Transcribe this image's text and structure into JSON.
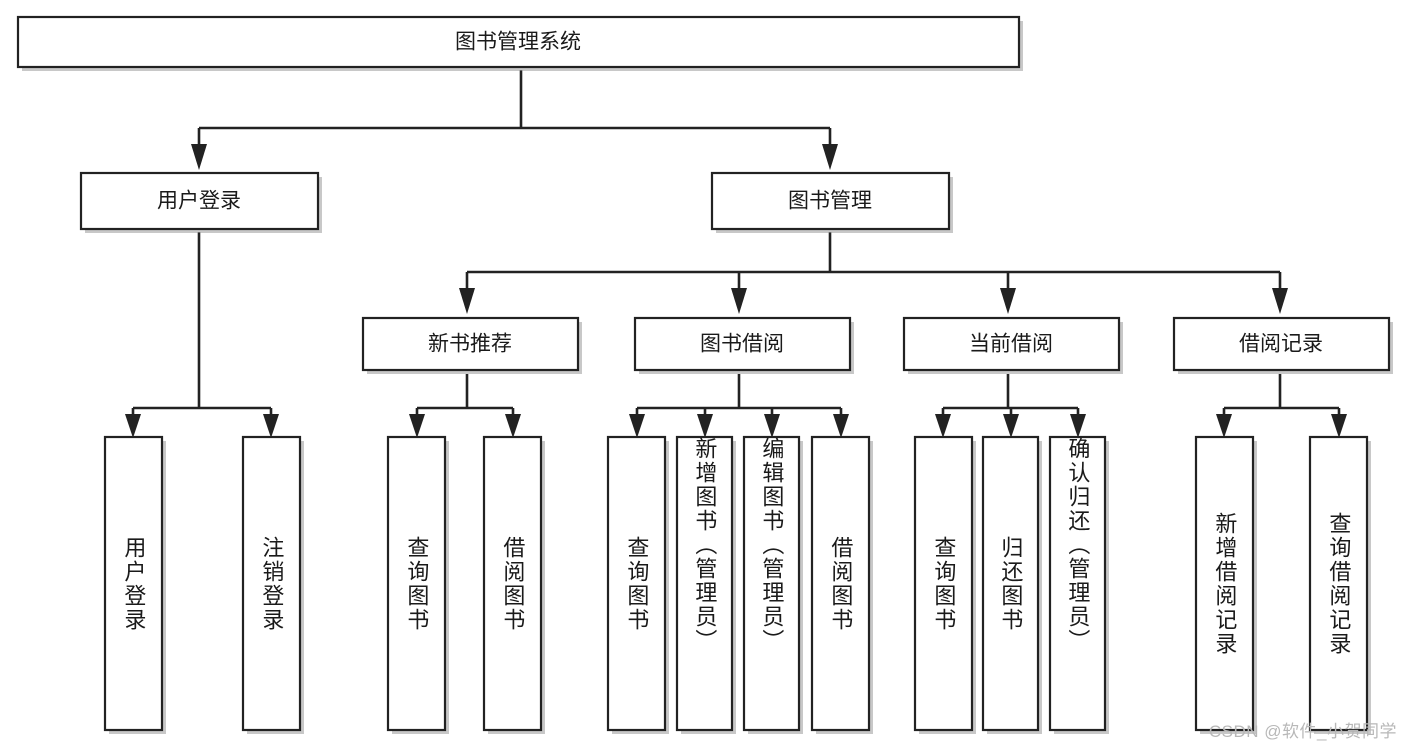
{
  "diagram": {
    "title": "图书管理系统",
    "type": "tree-hierarchy-chart",
    "colors": {
      "box_stroke": "#222222",
      "box_fill": "#ffffff",
      "connector": "#222222",
      "shadow": "#9a9a9a",
      "text": "#1a1a1a",
      "watermark": "#b8b8b8",
      "background": "#ffffff"
    },
    "root": {
      "label": "图书管理系统"
    },
    "level2": [
      {
        "label": "用户登录"
      },
      {
        "label": "图书管理"
      }
    ],
    "level3": [
      {
        "label": "新书推荐"
      },
      {
        "label": "图书借阅"
      },
      {
        "label": "当前借阅"
      },
      {
        "label": "借阅记录"
      }
    ],
    "leaves": [
      {
        "label": "用户登录",
        "parent": "用户登录"
      },
      {
        "label": "注销登录",
        "parent": "用户登录"
      },
      {
        "label": "查询图书",
        "parent": "新书推荐"
      },
      {
        "label": "借阅图书",
        "parent": "新书推荐"
      },
      {
        "label": "查询图书",
        "parent": "图书借阅"
      },
      {
        "label": "新增图书（管理员）",
        "parent": "图书借阅"
      },
      {
        "label": "编辑图书（管理员）",
        "parent": "图书借阅"
      },
      {
        "label": "借阅图书",
        "parent": "图书借阅"
      },
      {
        "label": "查询图书",
        "parent": "当前借阅"
      },
      {
        "label": "归还图书",
        "parent": "当前借阅"
      },
      {
        "label": "确认归还（管理员）",
        "parent": "当前借阅"
      },
      {
        "label": "新增借阅记录",
        "parent": "借阅记录"
      },
      {
        "label": "查询借阅记录",
        "parent": "借阅记录"
      }
    ],
    "watermark": "CSDN @软件_小贺同学"
  }
}
